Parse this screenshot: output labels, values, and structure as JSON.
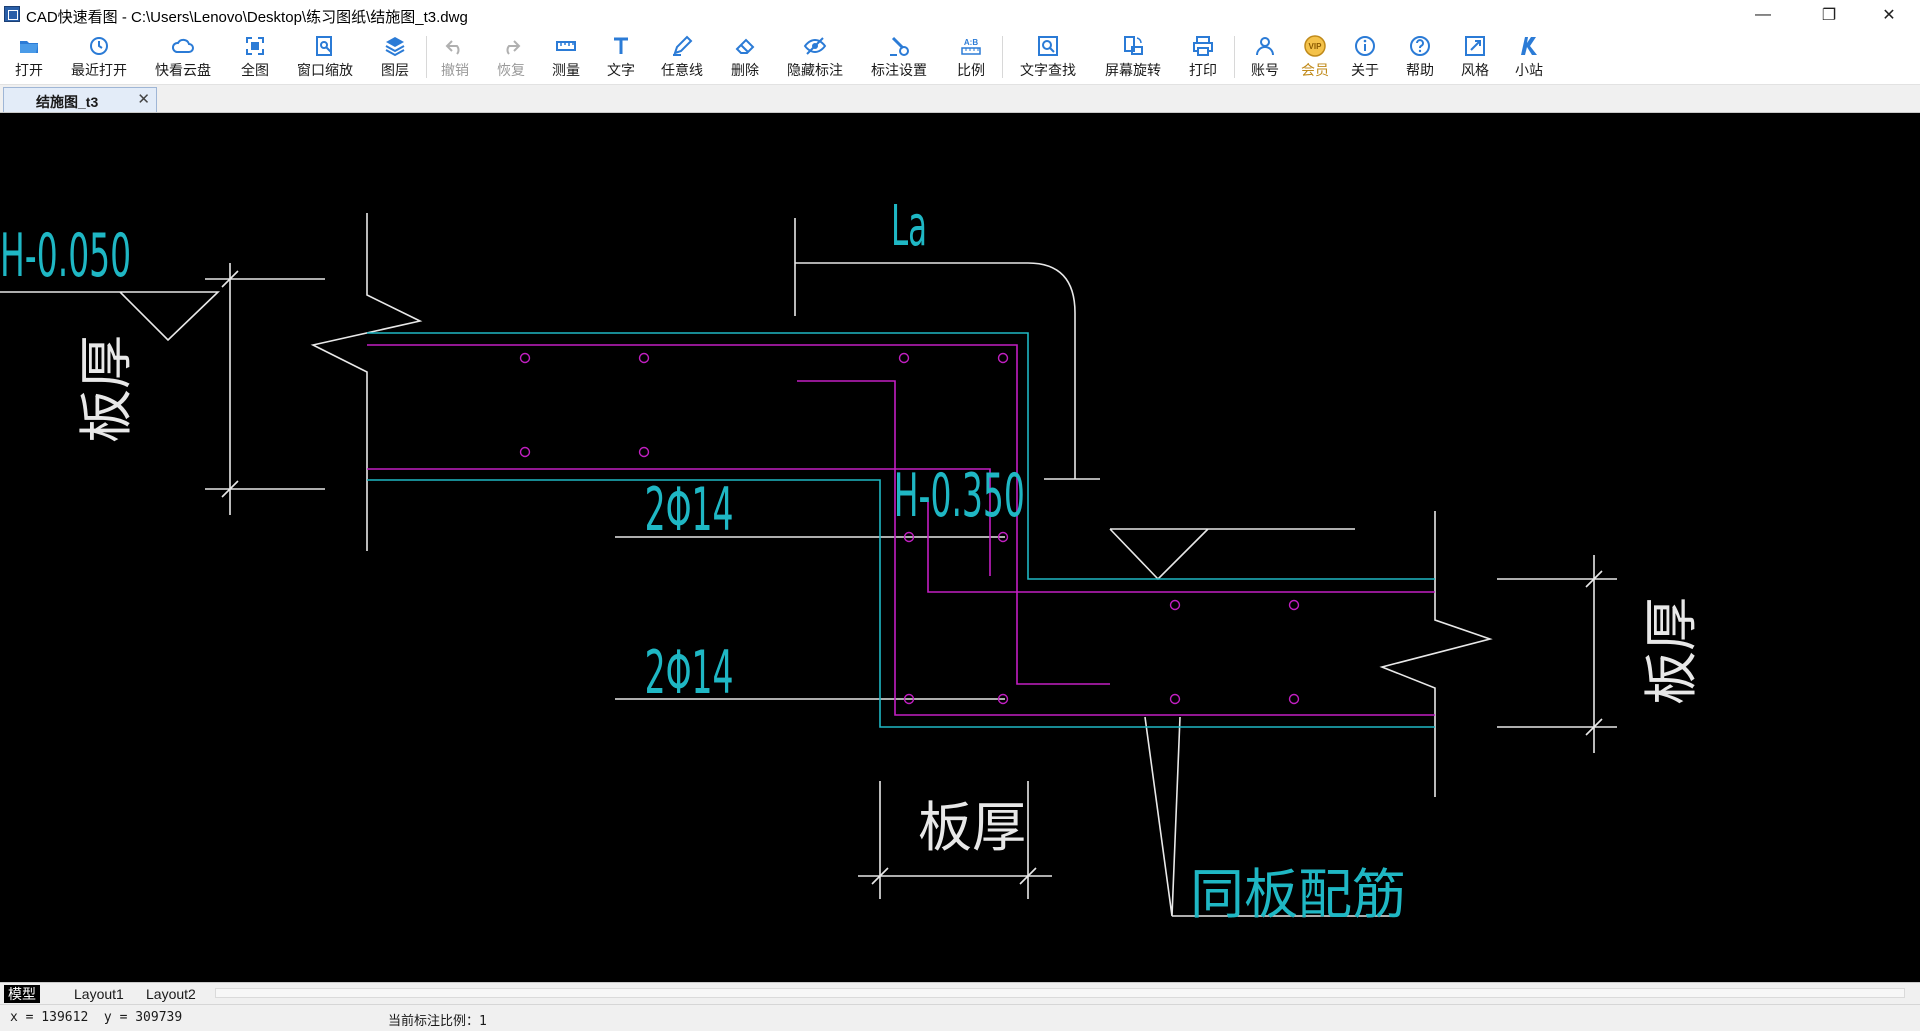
{
  "window": {
    "title": "CAD快速看图 - C:\\Users\\Lenovo\\Desktop\\练习图纸\\结施图_t3.dwg",
    "minimize_glyph": "—",
    "restore_glyph": "❐",
    "close_glyph": "✕"
  },
  "toolbar": {
    "open": "打开",
    "recent": "最近打开",
    "cloud": "快看云盘",
    "fit": "全图",
    "window_zoom": "窗口缩放",
    "layers": "图层",
    "undo": "撤销",
    "redo": "恢复",
    "measure": "测量",
    "text": "文字",
    "freeline": "任意线",
    "delete": "删除",
    "hide_annot": "隐藏标注",
    "annot_settings": "标注设置",
    "scale": "比例",
    "text_find": "文字查找",
    "rotate": "屏幕旋转",
    "print": "打印",
    "account": "账号",
    "vip": "会员",
    "about": "关于",
    "help": "帮助",
    "style": "风格",
    "site": "小站",
    "vip_badge": "VIP",
    "scale_badge": "A:B",
    "icons": [
      "folder-icon",
      "clock-icon",
      "cloud-icon",
      "fit-icon",
      "zoom-window-icon",
      "layers-icon",
      "undo-icon",
      "redo-icon",
      "ruler-icon",
      "text-icon",
      "pen-icon",
      "eraser-icon",
      "eye-off-icon",
      "dimension-settings-icon",
      "scale-icon",
      "text-search-icon",
      "screen-rotate-icon",
      "printer-icon",
      "user-icon",
      "vip-icon",
      "info-icon",
      "help-icon",
      "style-icon",
      "site-icon"
    ]
  },
  "tabs": {
    "document": "结施图_t3",
    "close": "✕"
  },
  "drawing": {
    "level_left": "H-0.050",
    "level_right": "H-0.350",
    "anchor_label": "La",
    "rebar_top": "2Φ14",
    "rebar_bottom": "2Φ14",
    "slab_thk_left": "板厚",
    "slab_thk_right": "板厚",
    "slab_thk_bottom": "板厚",
    "same_as_slab": "同板配筋",
    "colors": {
      "background": "#000000",
      "cyan": "#1fb7c4",
      "magenta": "#c21fc2",
      "white": "#e8e8e8"
    }
  },
  "layouts": [
    "模型",
    "Layout1",
    "Layout2"
  ],
  "status": {
    "coords": "x = 139612  y = 309739",
    "scale": "当前标注比例：1"
  }
}
